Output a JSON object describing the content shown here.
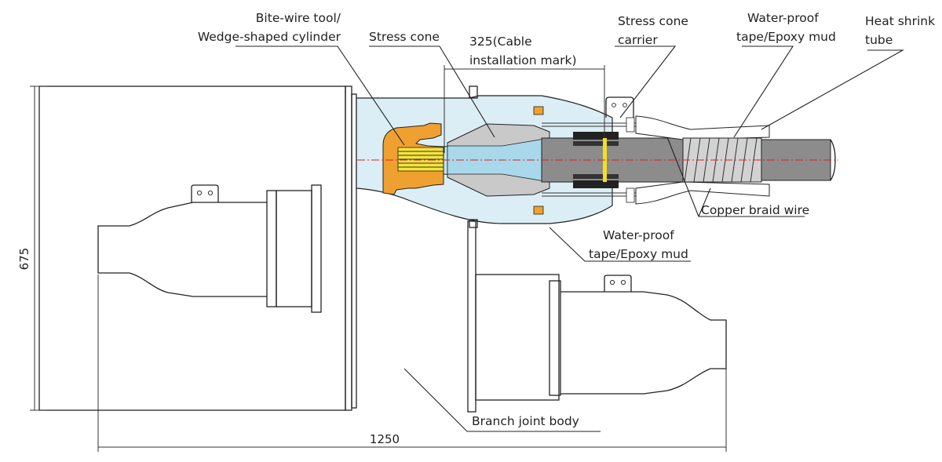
{
  "labels": {
    "bite_wire_line1": "Bite-wire tool/",
    "bite_wire_line2": "Wedge-shaped cylinder",
    "stress_cone": "Stress cone",
    "install_mark_line1": "325(Cable",
    "install_mark_line2": "installation mark)",
    "stress_cone_carrier_line1": "Stress cone",
    "stress_cone_carrier_line2": "carrier",
    "waterproof_top_line1": "Water-proof",
    "waterproof_top_line2": "tape/Epoxy mud",
    "heat_shrink_line1": "Heat shrink",
    "heat_shrink_line2": "tube",
    "copper_braid": "Copper braid wire",
    "waterproof_bottom_line1": "Water-proof",
    "waterproof_bottom_line2": "tape/Epoxy mud",
    "branch_body": "Branch joint body"
  },
  "dimensions": {
    "height": "675",
    "length": "1250"
  },
  "colors": {
    "insulation_blue": "#dbeef5",
    "stress_cone_grey": "#c9c9c9",
    "cable_grey": "#8c8c8c",
    "bite_wire_orange": "#f0a030",
    "bite_wire_yellow": "#f6e33a",
    "mark_yellow": "#f2e020",
    "axis_red": "#e02020"
  }
}
